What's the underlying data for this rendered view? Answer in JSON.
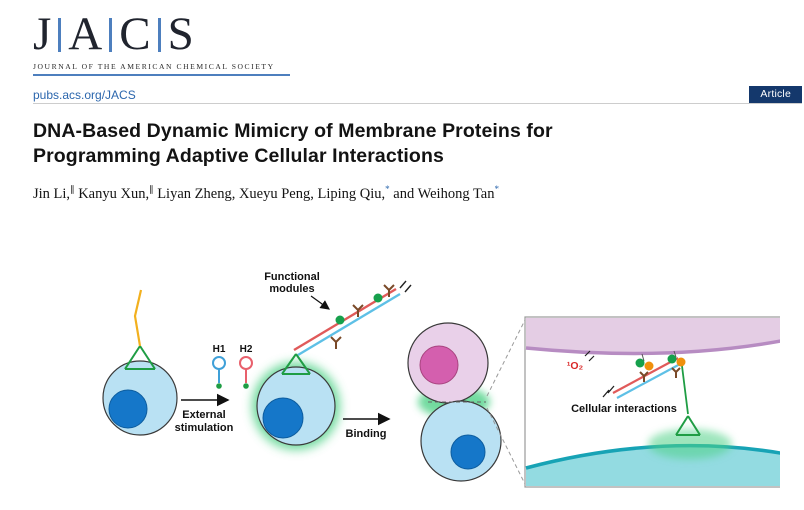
{
  "journal": {
    "logo_letters": [
      "J",
      "A",
      "C",
      "S"
    ],
    "logo_subtitle": "JOURNAL OF THE AMERICAN CHEMICAL SOCIETY",
    "link": "pubs.acs.org/JACS",
    "badge": "Article",
    "colors": {
      "brand_blue": "#4d7fbe",
      "link_blue": "#2b66ad",
      "badge_bg": "#14386c"
    }
  },
  "article": {
    "title_line1": "DNA-Based Dynamic Mimicry of Membrane Proteins for",
    "title_line2": "Programming Adaptive Cellular Interactions",
    "authors": [
      {
        "name": "Jin Li,",
        "mark": "∥"
      },
      {
        "name": " Kanyu Xun,",
        "mark": "∥"
      },
      {
        "name": " Liyan Zheng,",
        "mark": ""
      },
      {
        "name": " Xueyu Peng,",
        "mark": ""
      },
      {
        "name": " Liping Qiu,",
        "mark": "*"
      },
      {
        "name": " and Weihong Tan",
        "mark": "*"
      }
    ]
  },
  "figure": {
    "labels": {
      "functional_modules_1": "Functional",
      "functional_modules_2": "modules",
      "h1": "H1",
      "h2": "H2",
      "external_1": "External",
      "external_2": "stimulation",
      "binding": "Binding",
      "singlet_oxygen": "¹O₂",
      "cellular_interactions": "Cellular interactions"
    },
    "colors": {
      "cell_body": "#b9e1f3",
      "nucleus": "#1577c9",
      "activation_glow": "#4fd187",
      "dna_anchor_green": "#1f9d44",
      "strand_red": "#e05a5a",
      "strand_blue": "#5ec0e6",
      "strand_yellow": "#f2b01e",
      "target_cell": "#e9d0e9",
      "target_nucleus": "#d45fae",
      "membrane_purple": "#b78cc2",
      "membrane_teal": "#17a3b5"
    }
  }
}
